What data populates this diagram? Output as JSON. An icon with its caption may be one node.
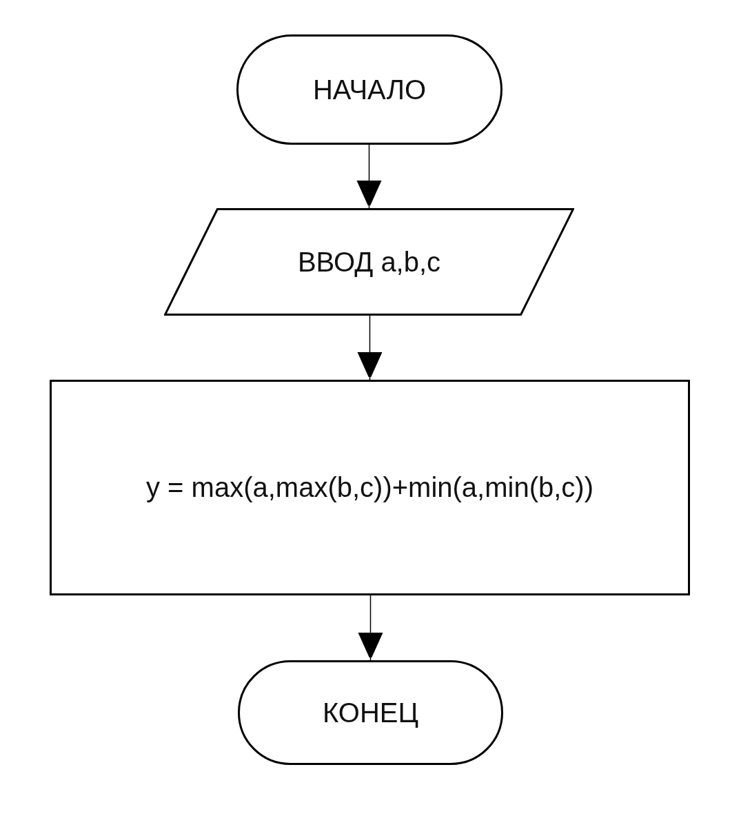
{
  "diagram": {
    "nodes": [
      {
        "text": [
          "НАЧАЛО"
        ]
      },
      {
        "text": [
          "ВВОД a,b,c"
        ]
      },
      {
        "text": [
          "y = max(a,max(b,c))+min(a,min(b,c))"
        ]
      },
      {
        "text": [
          "КОНЕЦ"
        ]
      }
    ],
    "edges": [
      {
        "from": 0,
        "to": 1,
        "arrow": "to"
      },
      {
        "from": 1,
        "to": 2,
        "arrow": "to"
      },
      {
        "from": 2,
        "to": 3,
        "arrow": "to"
      }
    ]
  }
}
